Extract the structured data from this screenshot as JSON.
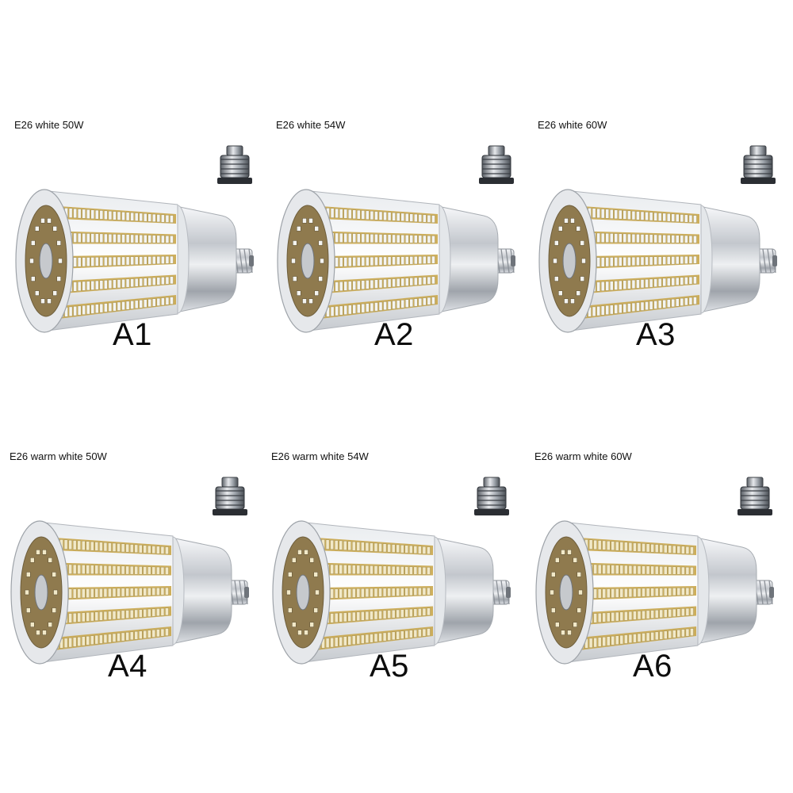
{
  "products": [
    {
      "caption": "E26 white 50W",
      "code": "A1",
      "light": "white"
    },
    {
      "caption": "E26 white 54W",
      "code": "A2",
      "light": "white"
    },
    {
      "caption": "E26 white 60W",
      "code": "A3",
      "light": "white"
    },
    {
      "caption": "E26 warm white 50W",
      "code": "A4",
      "light": "warm"
    },
    {
      "caption": "E26 warm white 54W",
      "code": "A5",
      "light": "warm"
    },
    {
      "caption": "E26 warm white 60W",
      "code": "A6",
      "light": "warm"
    }
  ],
  "colors": {
    "background": "#ffffff",
    "text": "#111111",
    "led_white": "#f4f4f0",
    "led_warm": "#f2e9c8",
    "metal": "#c9ccd1"
  }
}
